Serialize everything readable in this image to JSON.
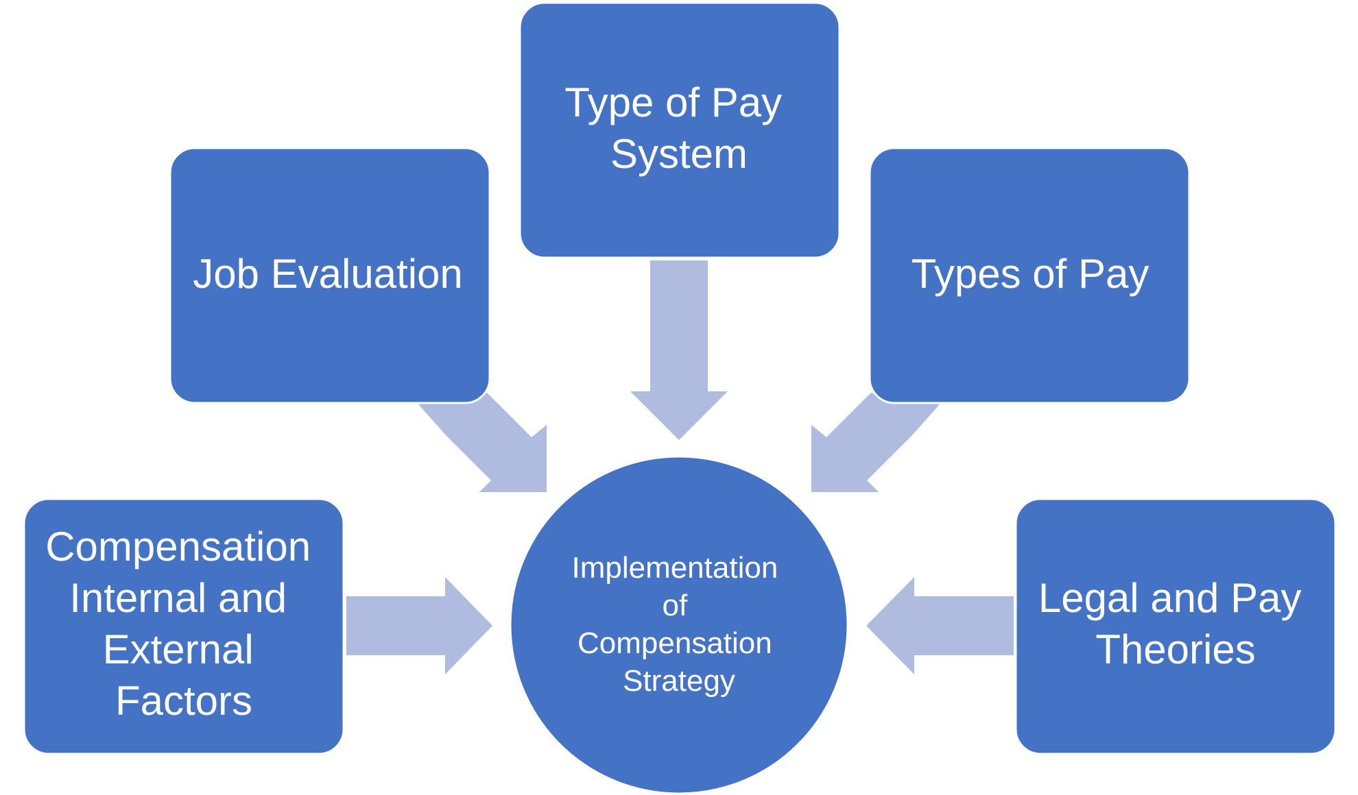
{
  "diagram": {
    "colors": {
      "box_fill": "#4472C4",
      "box_stroke": "#ffffff",
      "arrow_fill": "#AFBCDF",
      "text": "#FFFFFF"
    },
    "center": {
      "lines": [
        "Implementation",
        "of",
        "Compensation",
        "Strategy"
      ]
    },
    "nodes": {
      "type_of_pay_system": {
        "lines": [
          "Type of Pay",
          "System"
        ]
      },
      "job_evaluation": {
        "lines": [
          "Job Evaluation"
        ]
      },
      "types_of_pay": {
        "lines": [
          "Types of Pay"
        ]
      },
      "compensation_factors": {
        "lines": [
          "Compensation",
          "Internal and",
          "External",
          "Factors"
        ]
      },
      "legal_and_pay_theories": {
        "lines": [
          "Legal and Pay",
          "Theories"
        ]
      }
    }
  }
}
